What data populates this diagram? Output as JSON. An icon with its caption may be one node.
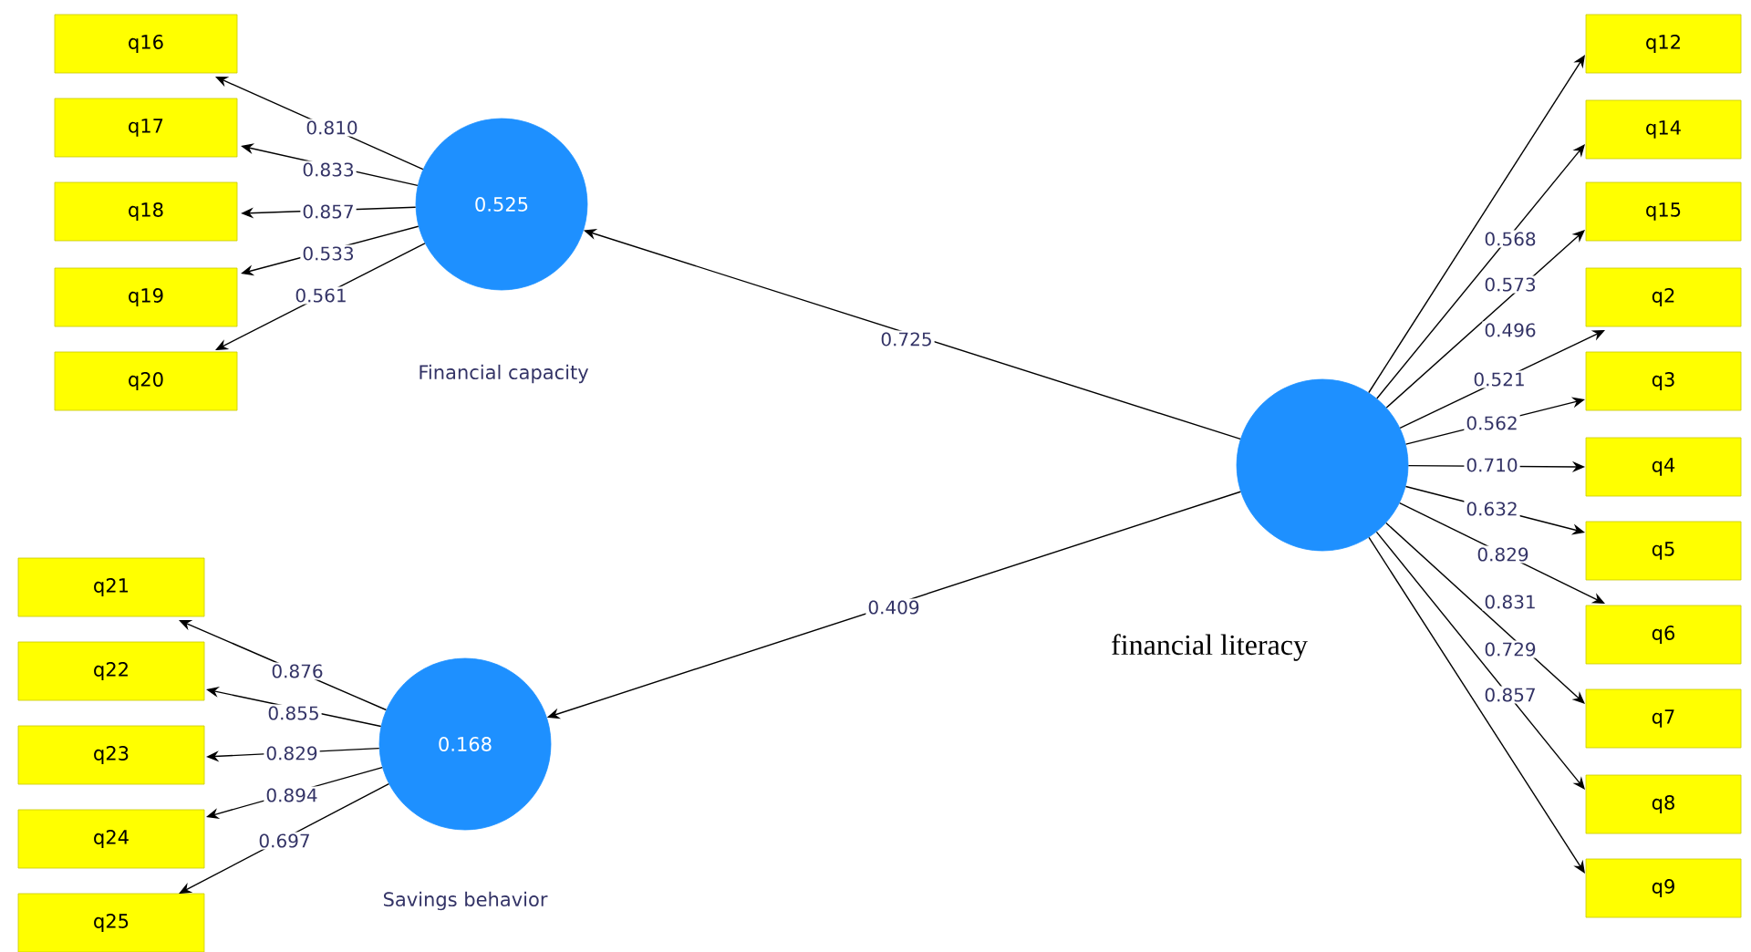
{
  "diagram": {
    "nodes": [
      {
        "text": [
          "0.525",
          "Financial capacity"
        ]
      },
      {
        "text": [
          "q16"
        ]
      },
      {
        "text": [
          "q17"
        ]
      },
      {
        "text": [
          "q18"
        ]
      },
      {
        "text": [
          "q19"
        ]
      },
      {
        "text": [
          "q20"
        ]
      },
      {
        "text": [
          "0.168",
          "Savings behavior"
        ]
      },
      {
        "text": [
          "q21"
        ]
      },
      {
        "text": [
          "q22"
        ]
      },
      {
        "text": [
          "q23"
        ]
      },
      {
        "text": [
          "q24"
        ]
      },
      {
        "text": [
          "q25"
        ]
      },
      {
        "text": [
          "financial literacy"
        ]
      },
      {
        "text": [
          "q12"
        ]
      },
      {
        "text": [
          "q14"
        ]
      },
      {
        "text": [
          "q15"
        ]
      },
      {
        "text": [
          "q2"
        ]
      },
      {
        "text": [
          "q3"
        ]
      },
      {
        "text": [
          "q4"
        ]
      },
      {
        "text": [
          "q5"
        ]
      },
      {
        "text": [
          "q6"
        ]
      },
      {
        "text": [
          "q7"
        ]
      },
      {
        "text": [
          "q8"
        ]
      },
      {
        "text": [
          "q9"
        ]
      }
    ],
    "edges": [
      {
        "from": 12,
        "to": 0,
        "arrow": "to",
        "label": "0.725"
      },
      {
        "from": 12,
        "to": 6,
        "arrow": "to",
        "label": "0.409"
      },
      {
        "from": 0,
        "to": 1,
        "arrow": "to",
        "label": "0.810"
      },
      {
        "from": 0,
        "to": 2,
        "arrow": "to",
        "label": "0.833"
      },
      {
        "from": 0,
        "to": 3,
        "arrow": "to",
        "label": "0.857"
      },
      {
        "from": 0,
        "to": 4,
        "arrow": "to",
        "label": "0.533"
      },
      {
        "from": 0,
        "to": 5,
        "arrow": "to",
        "label": "0.561"
      },
      {
        "from": 6,
        "to": 7,
        "arrow": "to",
        "label": "0.876"
      },
      {
        "from": 6,
        "to": 8,
        "arrow": "to",
        "label": "0.855"
      },
      {
        "from": 6,
        "to": 9,
        "arrow": "to",
        "label": "0.829"
      },
      {
        "from": 6,
        "to": 10,
        "arrow": "to",
        "label": "0.894"
      },
      {
        "from": 6,
        "to": 11,
        "arrow": "to",
        "label": "0.697"
      },
      {
        "from": 12,
        "to": 13,
        "arrow": "to",
        "label": "0.568"
      },
      {
        "from": 12,
        "to": 14,
        "arrow": "to",
        "label": "0.573"
      },
      {
        "from": 12,
        "to": 15,
        "arrow": "to",
        "label": "0.496"
      },
      {
        "from": 12,
        "to": 16,
        "arrow": "to",
        "label": "0.521"
      },
      {
        "from": 12,
        "to": 17,
        "arrow": "to",
        "label": "0.562"
      },
      {
        "from": 12,
        "to": 18,
        "arrow": "to",
        "label": "0.710"
      },
      {
        "from": 12,
        "to": 19,
        "arrow": "to",
        "label": "0.632"
      },
      {
        "from": 12,
        "to": 20,
        "arrow": "to",
        "label": "0.829"
      },
      {
        "from": 12,
        "to": 21,
        "arrow": "to",
        "label": "0.831"
      },
      {
        "from": 12,
        "to": 22,
        "arrow": "to",
        "label": "0.729"
      },
      {
        "from": 12,
        "to": 23,
        "arrow": "to",
        "label": "0.857"
      }
    ]
  }
}
